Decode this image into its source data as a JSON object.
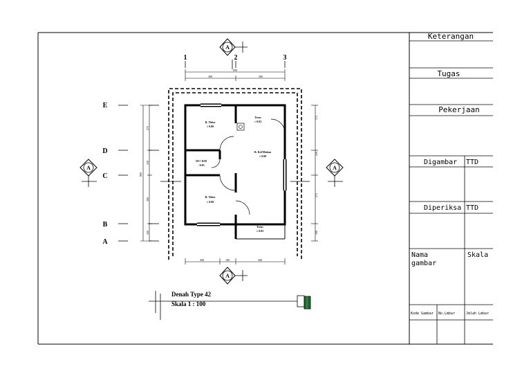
{
  "drawing": {
    "title": "Denah Type 42",
    "scale": "Skala 1 : 100"
  },
  "grid": {
    "columns": [
      "1",
      "2",
      "3"
    ],
    "rows": [
      "E",
      "D",
      "C",
      "B",
      "A"
    ]
  },
  "section_marker": "A",
  "rooms": [
    {
      "name": "R. Tidur",
      "level": "± 0.00"
    },
    {
      "name": "Teras",
      "level": "± 0.03"
    },
    {
      "name": "WC/ KM",
      "level": "- 0.03"
    },
    {
      "name": "R. Kel/Makan",
      "level": "± 0.00"
    },
    {
      "name": "R. Tidur",
      "level": "± 0.00"
    },
    {
      "name": "Teras",
      "level": "± 0.03"
    }
  ],
  "dimensions": {
    "top_total": "600",
    "top_left": "300",
    "top_right": "300",
    "bottom_a": "300",
    "bottom_b": "100",
    "bottom_c": "300",
    "left_total": "800",
    "left_a": "275",
    "left_b": "150",
    "left_c": "300",
    "left_d": "100",
    "right_a": "175",
    "right_b": "250",
    "right_c": "275",
    "right_d": "100"
  },
  "title_block": {
    "keterangan": "Keterangan",
    "tugas": "Tugas",
    "pekerjaan": "Pekerjaan",
    "digambar": "Digambar",
    "diperiksa": "Diperiksa",
    "ttd1": "TTD",
    "ttd2": "TTD",
    "nama": "Nama",
    "gambar": "gambar",
    "skala": "Skala",
    "kode": "Kode Gambar",
    "lmbar": "No.Lmbar",
    "jmlh": "Jmlah Lmbar"
  }
}
